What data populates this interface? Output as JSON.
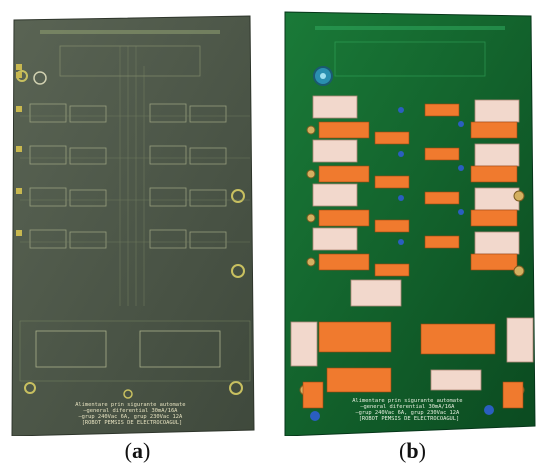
{
  "panels": [
    {
      "id": "a",
      "caption_open": "(",
      "caption_letter": "a",
      "caption_close": ")",
      "board_color": "#4a5446",
      "board_text": "Alimentare prin sigurante automate\n–general diferential 30mA/16A\n–grup 240Vac 6A, grup 230Vac 12A\n[ROBOT PEMSIS DE ELECTROCOAGUL]"
    },
    {
      "id": "b",
      "caption_open": "(",
      "caption_letter": "b",
      "caption_close": ")",
      "board_color": "#0e5a28",
      "board_text": "Alimentare prin sigurante automate\n–general diferential 30mA/16A\n–grup 240Vac 6A, grup 230Vac 12A\n[ROBOT PEMSIS DE ELECTROCOAGUL]"
    }
  ]
}
